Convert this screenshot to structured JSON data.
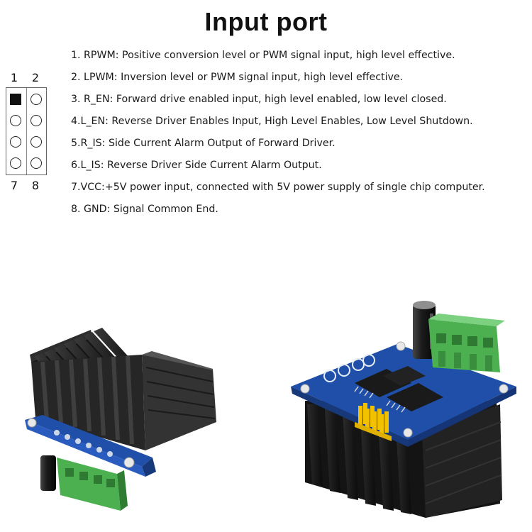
{
  "title": "Input port",
  "pin_header": {
    "top_labels": [
      "1",
      "2"
    ],
    "bottom_labels": [
      "7",
      "8"
    ]
  },
  "pins": [
    "1. RPWM: Positive conversion level or PWM signal input, high level effective.",
    "2. LPWM: Inversion level or PWM signal input, high level effective.",
    "3. R_EN: Forward drive enabled input, high level enabled, low level closed.",
    "4.L_EN: Reverse Driver Enables Input, High Level Enables, Low Level Shutdown.",
    "5.R_IS: Side Current Alarm Output of Forward Driver.",
    "6.L_IS: Reverse Driver Side Current Alarm Output.",
    "7.VCC:+5V power input, connected with 5V power supply of single chip computer.",
    "8. GND: Signal Common End."
  ],
  "colors": {
    "pcb": "#1f4fa8",
    "heatsink": "#1c1c1c",
    "terminal": "#4caf50",
    "header_pins": "#f2c200"
  }
}
